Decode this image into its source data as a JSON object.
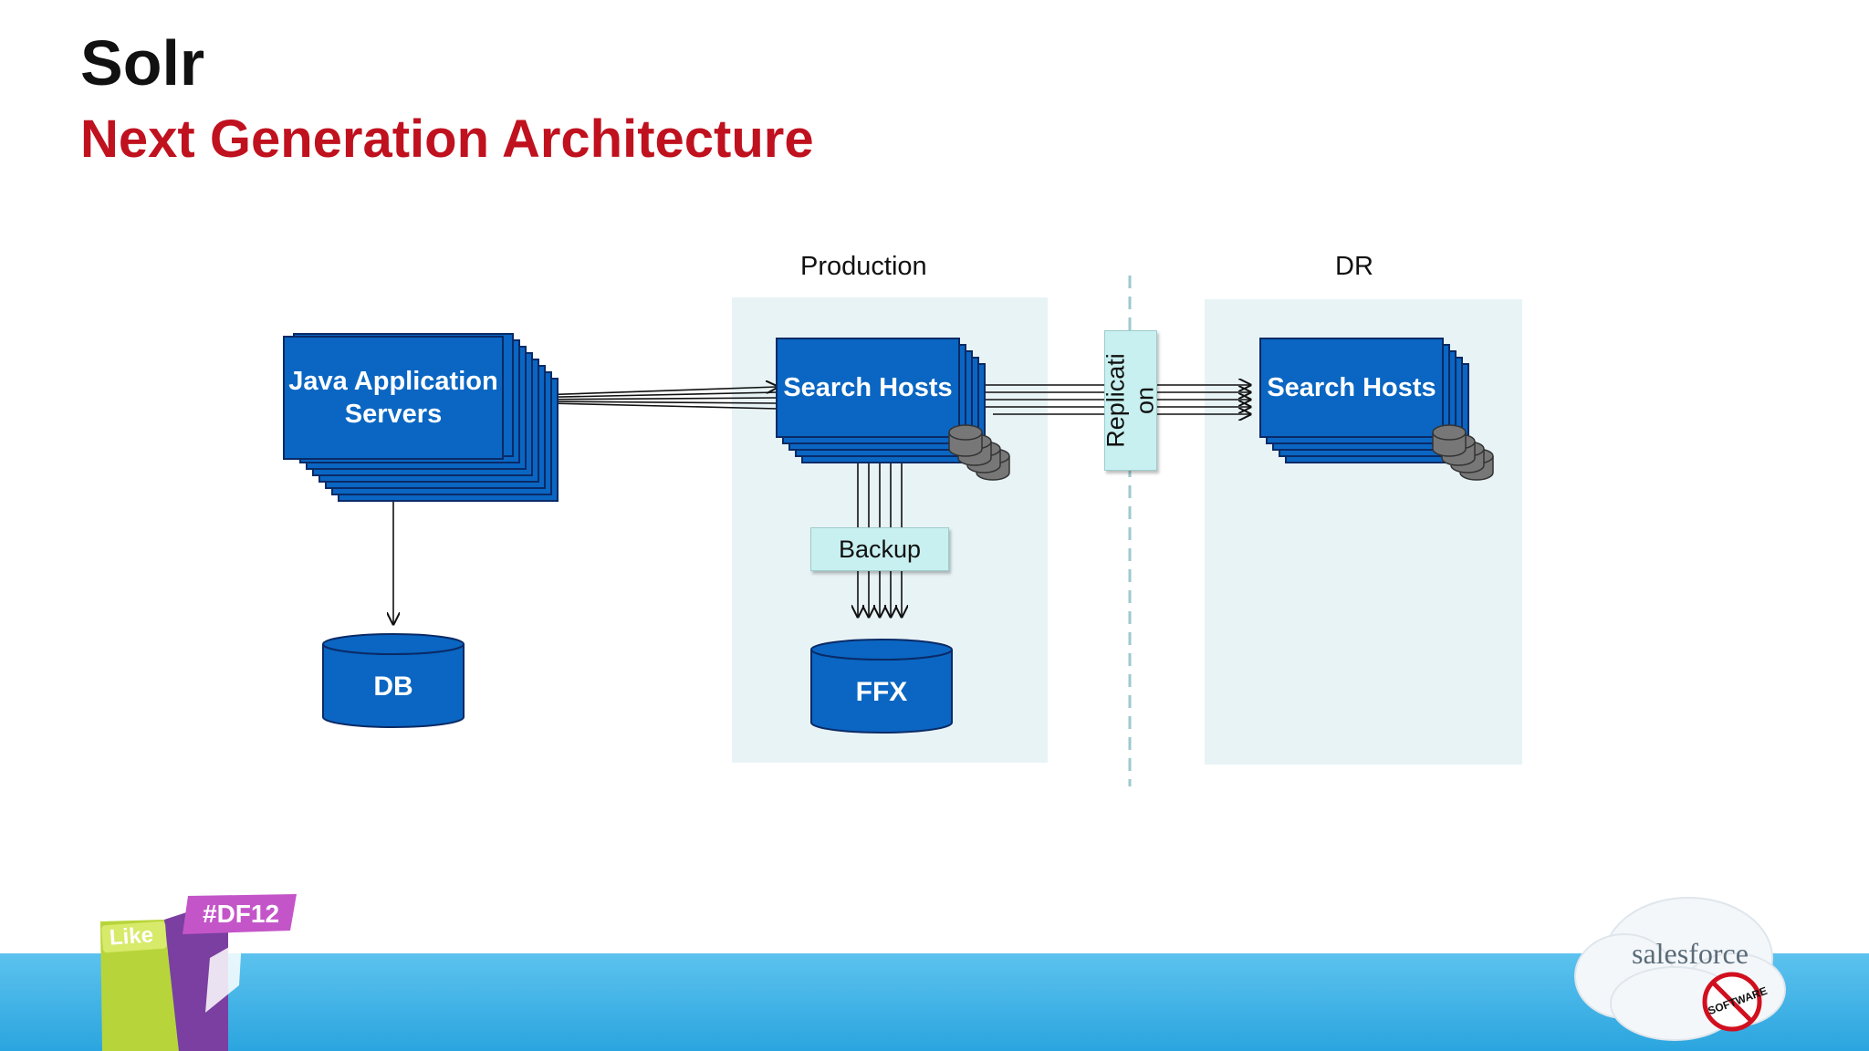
{
  "slide": {
    "title": "Solr",
    "subtitle": "Next Generation Architecture"
  },
  "zones": {
    "production": "Production",
    "dr": "DR"
  },
  "nodes": {
    "java_servers": "Java Application Servers",
    "search_hosts_prod": "Search Hosts",
    "search_hosts_dr": "Search Hosts",
    "db": "DB",
    "ffx": "FFX",
    "backup": "Backup",
    "replication": "Replicati on"
  },
  "branding": {
    "like_badge": "Like",
    "event_tag": "#DF12",
    "company_logo": "salesforce",
    "stamp_text": "SOFTWARE"
  },
  "colors": {
    "title": "#111111",
    "subtitle": "#c0111f",
    "node_fill": "#0a66c2",
    "zone_fill": "#e8f3f6",
    "label_fill": "#c9f0f0",
    "footer": "#2ba5df"
  }
}
